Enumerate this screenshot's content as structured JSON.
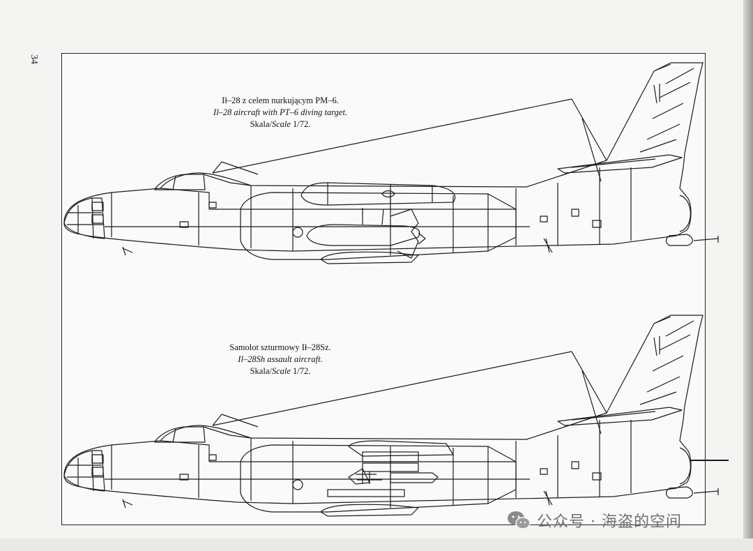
{
  "page": {
    "number": "34"
  },
  "drawings": [
    {
      "title_pl": "Ił–28 z celem nurkującym PM–6.",
      "title_en": "Il–28 aircraft with PT–6 diving target.",
      "scale_pl": "Skala/",
      "scale_en": "Scale",
      "scale_value": " 1/72."
    },
    {
      "title_pl": "Samolot szturmowy Ił–28Sz.",
      "title_en": "Il–28Sh assault aircraft.",
      "scale_pl": "Skala/",
      "scale_en": "Scale",
      "scale_value": " 1/72."
    }
  ],
  "watermark": {
    "text": "公众号 · 海盗的空间",
    "icon": "wechat-icon"
  }
}
